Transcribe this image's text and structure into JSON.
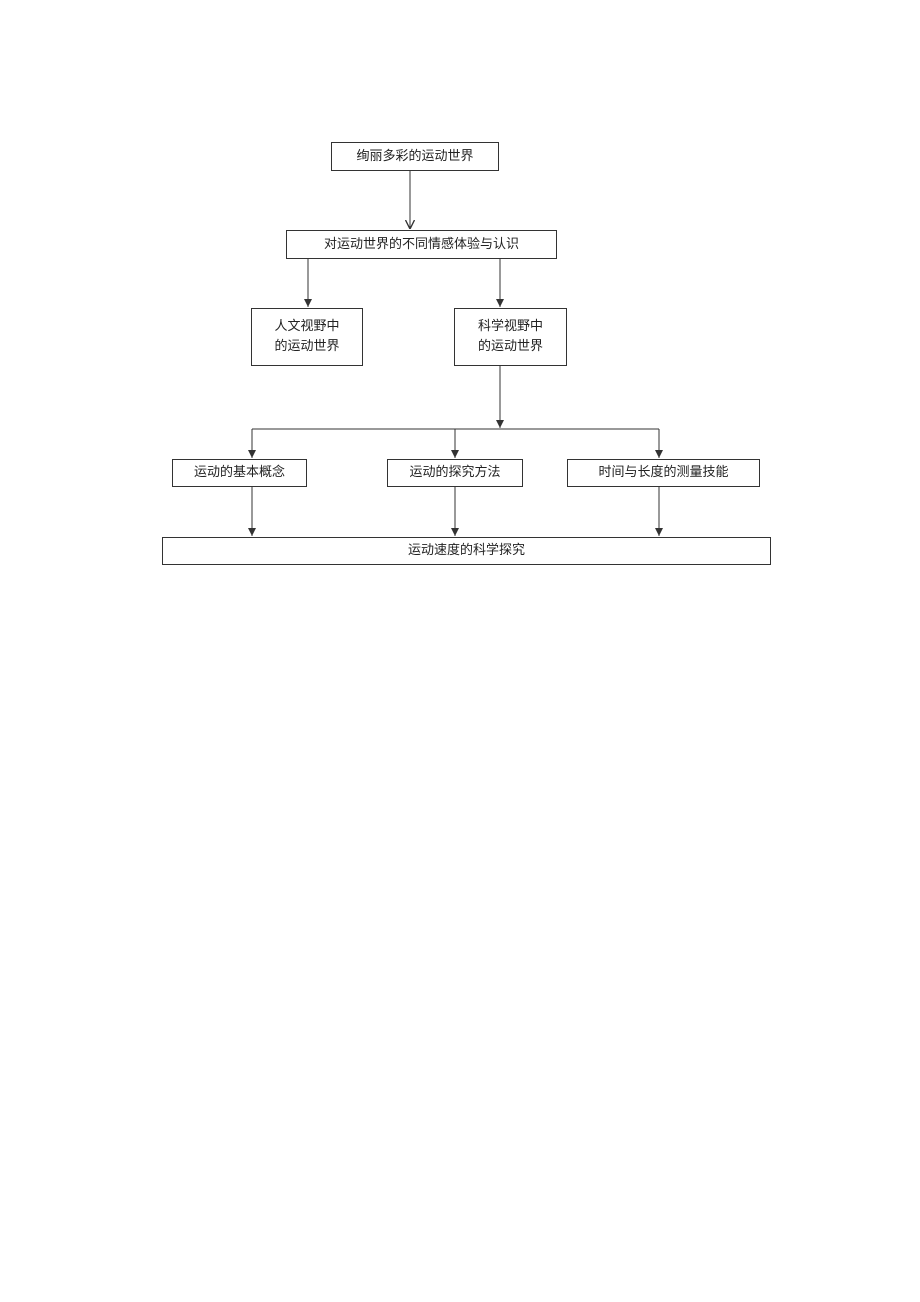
{
  "diagram": {
    "top": {
      "label": "绚丽多彩的运动世界"
    },
    "experience": {
      "label": "对运动世界的不同情感体验与认识"
    },
    "humanities": {
      "line1": "人文视野中",
      "line2": "的运动世界"
    },
    "science": {
      "line1": "科学视野中",
      "line2": "的运动世界"
    },
    "concept": {
      "label": "运动的基本概念"
    },
    "method": {
      "label": "运动的探究方法"
    },
    "measure": {
      "label": "时间与长度的测量技能"
    },
    "bottom": {
      "label": "运动速度的科学探究"
    }
  },
  "colors": {
    "line": "#333333",
    "text": "#222222"
  }
}
